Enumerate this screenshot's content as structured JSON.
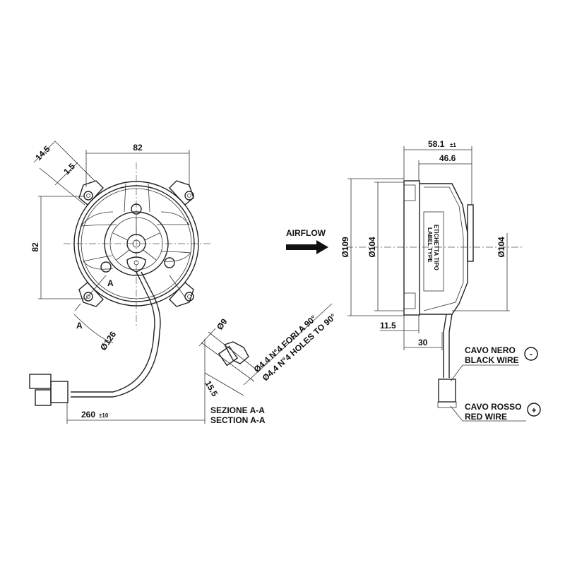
{
  "front_view": {
    "dim_mount_width": "82",
    "dim_mount_height": "82",
    "dim_ear_offset": "14.5",
    "dim_ear_thickness": "1.5",
    "dim_diameter": "Ø126",
    "section_marker": "A",
    "dim_wire_length": "260",
    "dim_wire_tolerance": "±10"
  },
  "section": {
    "dim_hole_diameter": "Ø9",
    "dim_depth": "15.5",
    "holes_it": "Ø4.4 N°4 FORI A 90°",
    "holes_en": "Ø4.4 N°4 HOLES TO 90°",
    "title_it": "SEZIONE A-A",
    "title_en": "SECTION A-A"
  },
  "airflow_label": "AIRFLOW",
  "side_view": {
    "dim_total_depth": "58.1",
    "dim_total_tolerance": "±1",
    "dim_body_depth": "46.6",
    "dim_flange_outer": "Ø109",
    "dim_flange_inner": "Ø104",
    "dim_motor": "Ø104",
    "dim_flange": "11.5",
    "dim_wire_exit": "30",
    "label_it": "ETICHETTA TIPO",
    "label_en": "LABEL TYPE"
  },
  "wires": {
    "black_it": "CAVO NERO",
    "black_en": "BLACK WIRE",
    "black_symbol": "-",
    "red_it": "CAVO ROSSO",
    "red_en": "RED WIRE",
    "red_symbol": "+"
  }
}
